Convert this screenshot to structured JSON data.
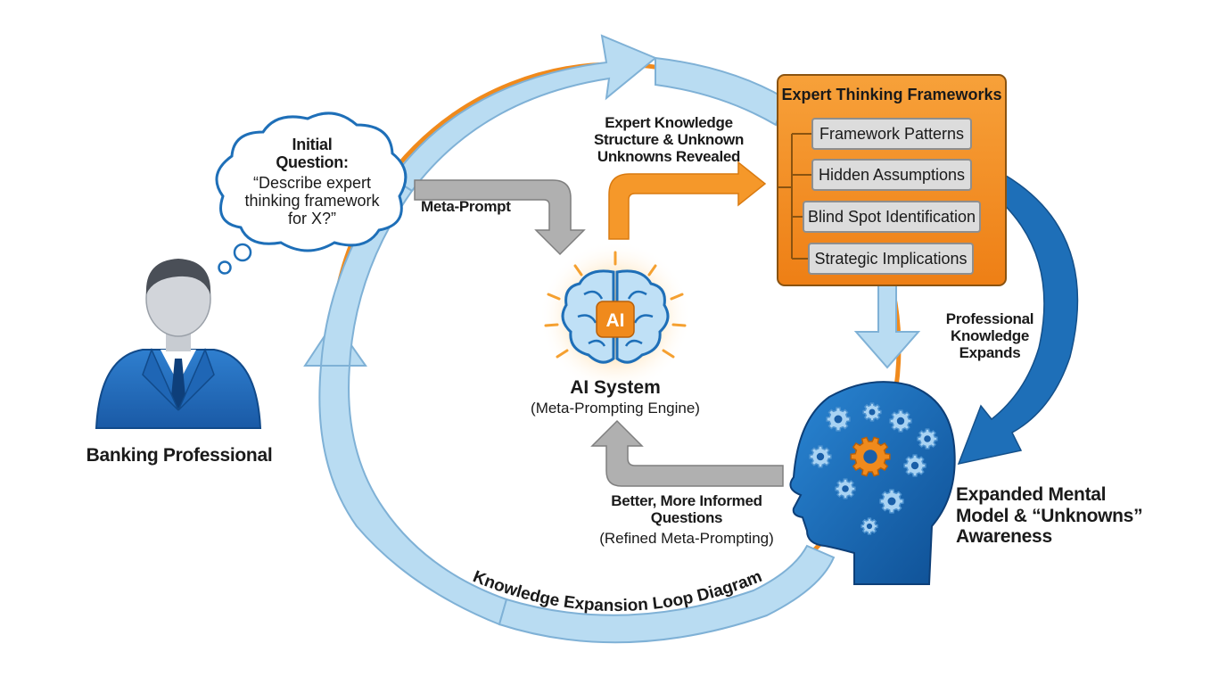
{
  "professional": {
    "label": "Banking Professional"
  },
  "thought_bubble": {
    "title": "Initial Question:",
    "body": "“Describe expert thinking framework for X?”"
  },
  "meta_prompt": {
    "label": "Meta-Prompt"
  },
  "ai": {
    "badge": "AI",
    "title": "AI System",
    "subtitle": "(Meta-Prompting Engine)"
  },
  "revealed": {
    "label": "Expert Knowledge Structure & Unknown Unknowns Revealed"
  },
  "frameworks": {
    "title": "Expert Thinking Frameworks",
    "items": [
      "Framework Patterns",
      "Hidden Assumptions",
      "Blind Spot Identification",
      "Strategic Implications"
    ]
  },
  "expands": {
    "label": "Professional Knowledge Expands"
  },
  "mental_model": {
    "label": "Expanded Mental Model & “Unknowns” Awareness"
  },
  "better_questions": {
    "title": "Better, More Informed Questions",
    "subtitle": "(Refined Meta-Prompting)"
  },
  "loop": {
    "label": "Knowledge Expansion Loop Diagram"
  },
  "colors": {
    "orange": "#f08a1c",
    "light_blue": "#b9dcf2",
    "blue": "#1e6fb8",
    "gray": "#9c9c9c"
  }
}
